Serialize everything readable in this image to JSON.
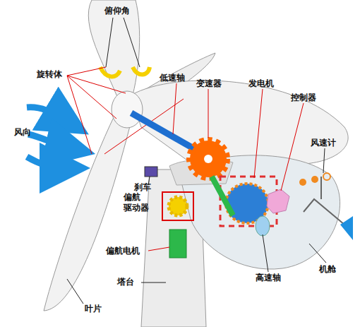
{
  "diagram": {
    "labels": [
      "俯仰角",
      "旋转体",
      "低速轴",
      "变速器",
      "发电机",
      "控制器",
      "风向",
      "风速计",
      "刹车",
      "偏航 驱动器",
      "偏航电机",
      "塔台",
      "高速轴",
      "机舱",
      "叶片"
    ]
  }
}
